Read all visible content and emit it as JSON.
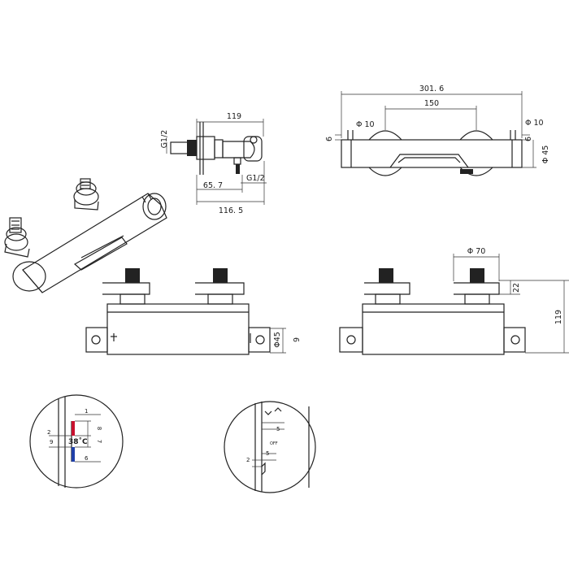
{
  "side_view": {
    "length_119": "119",
    "inlet_thread": "G1/2",
    "outlet_thread": "G1/2",
    "dim_65_7": "65. 7",
    "dim_116_5": "116. 5"
  },
  "top_view": {
    "overall_width": "301. 6",
    "centers": "150",
    "pin_left": "Φ 10",
    "pin_right": "Φ 10",
    "gap_left": "6",
    "gap_right": "6",
    "body_diameter": "Φ 45"
  },
  "front_view_left": {
    "diameter": "Φ45",
    "dim_9": "9"
  },
  "front_view_right": {
    "flange_diameter": "Φ 70",
    "nut_height": "22",
    "overall_height": "119"
  },
  "detail_temperature": {
    "dim_1": "1",
    "dim_8": "8",
    "dim_2": "2",
    "dim_9": "9",
    "temperature": "38˚C",
    "dim_7": "7",
    "dim_6": "6"
  },
  "detail_diverter": {
    "dim_5_top": "5",
    "off_label": "OFF",
    "dim_5_mid": "5",
    "dim_2": "2"
  },
  "colors": {
    "line": "#222222",
    "hot_marker": "#c8102e",
    "cold_marker": "#1f3fa8"
  }
}
